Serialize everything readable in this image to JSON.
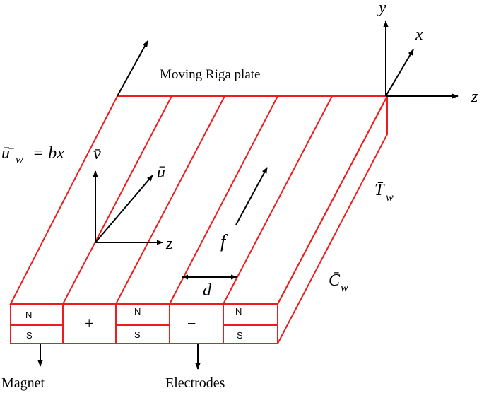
{
  "labels": {
    "plate_title": "Moving Riga plate",
    "velocity_wall": "ū̄",
    "velocity_wall_sub": "w",
    "velocity_wall_eq": "= bx",
    "v_bar": "v̄",
    "u_bar": "ū",
    "z_inner": "z",
    "f": "f",
    "d": "d",
    "T_wall": "T̄",
    "T_wall_sub": "w",
    "C_wall": "C̄",
    "C_wall_sub": "w",
    "axis_y": "y",
    "axis_x": "x",
    "axis_z": "z",
    "magnet": "Magnet",
    "electrodes": "Electrodes",
    "pole_N": "N",
    "pole_S": "S",
    "plus": "+",
    "minus": "−"
  },
  "colors": {
    "plate_edges": "#ee1c1c",
    "arrows": "#000000",
    "text": "#000000"
  }
}
